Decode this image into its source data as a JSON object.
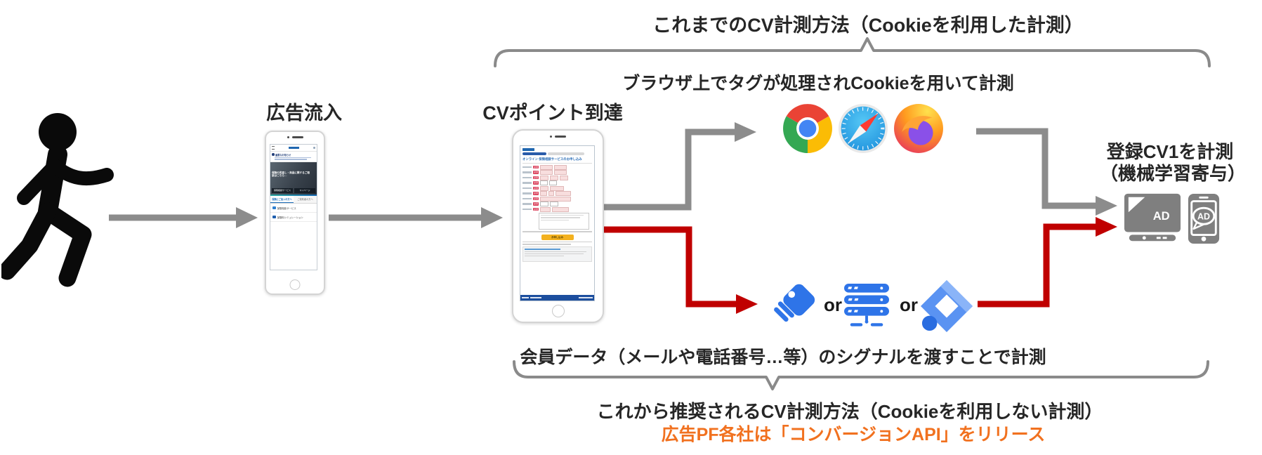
{
  "headings": {
    "top": "これまでのCV計測方法（Cookieを利用した計測）",
    "browser_caption": "ブラウザ上でタグが処理されCookieを用いて計測",
    "signal_caption": "会員データ（メールや電話番号…等）のシグナルを渡すことで計測",
    "bottom": "これから推奨されるCV計測方法（Cookieを利用しない計測）",
    "api_note": "広告PF各社は「コンバージョンAPI」をリリース"
  },
  "flow": {
    "phone1_label": "広告流入",
    "phone2_label": "CVポイント到達",
    "or_label_1": "or",
    "or_label_2": "or",
    "result_label_line1": "登録CV1を計測",
    "result_label_line2": "（機械学習寄与）",
    "ad_text": "AD"
  },
  "phone1_screen": {
    "notice_title": "重要なお知らせ",
    "hero_text_line1": "保険の見直し・商品に関するご相",
    "hero_text_line2": "談はこちら…",
    "hero_button1": "保険相談サービス",
    "hero_button2": "マイページ",
    "tab1": "保険にご加入の方へ",
    "tab2": "ご契約者の方へ",
    "menu_item1": "保険相談サービス",
    "menu_item2": "保険料シミュレーション"
  },
  "phone2_screen": {
    "form_title": "オンライン 保険相談サービスのお申し込み",
    "required_badge": "必須",
    "submit_button": "お申し込み"
  },
  "icons": {
    "browsers": [
      "chrome",
      "safari",
      "firefox"
    ],
    "signal_tools": [
      "google-tag",
      "server",
      "google-tag-manager"
    ],
    "result_devices": [
      "tv-ad",
      "smartphone-ad"
    ]
  },
  "colors": {
    "cookie_path_gray": "#8C8C8C",
    "signal_path_red": "#C00000",
    "api_note_orange": "#F1711F",
    "google_blue": "#2E74E8"
  }
}
